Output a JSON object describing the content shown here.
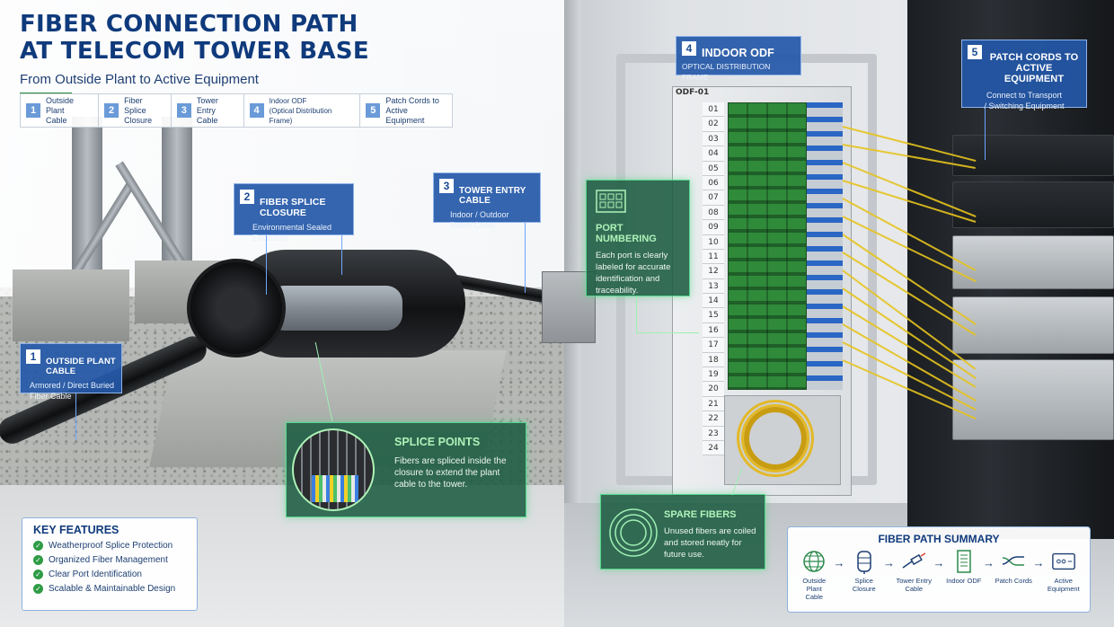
{
  "header": {
    "title": "FIBER CONNECTION PATH\nAT TELECOM TOWER BASE",
    "subtitle": "From Outside Plant to Active Equipment"
  },
  "steps": [
    {
      "num": "1",
      "label": "Outside Plant\nCable"
    },
    {
      "num": "2",
      "label": "Fiber Splice\nClosure"
    },
    {
      "num": "3",
      "label": "Tower Entry\nCable"
    },
    {
      "num": "4",
      "label": "Indoor ODF\n(Optical Distribution Frame)"
    },
    {
      "num": "5",
      "label": "Patch Cords to\nActive Equipment"
    }
  ],
  "callouts": {
    "outside_plant": {
      "num": "1",
      "title": "OUTSIDE PLANT CABLE",
      "desc": "Armored / Direct Buried\nFiber Cable"
    },
    "splice_closure": {
      "num": "2",
      "title": "FIBER SPLICE CLOSURE",
      "desc": "Environmental Sealed\nEnclosure"
    },
    "tower_entry": {
      "num": "3",
      "title": "TOWER ENTRY CABLE",
      "desc": "Indoor / Outdoor\nRated Cable"
    },
    "indoor_odf": {
      "num": "4",
      "title": "INDOOR ODF",
      "desc": "OPTICAL DISTRIBUTION FRAME"
    },
    "patch_cords": {
      "num": "5",
      "title": "PATCH CORDS TO\nACTIVE EQUIPMENT",
      "desc": "Connect to Transport\n/ Switching Equipment"
    }
  },
  "info_cards": {
    "port_numbering": {
      "title": "PORT NUMBERING",
      "desc": "Each port is clearly\nlabeled for accurate\nidentification and\ntraceability."
    },
    "splice_points": {
      "title": "SPLICE POINTS",
      "desc": "Fibers are spliced inside the\nclosure to extend the plant\ncable to the tower."
    },
    "spare_fibers": {
      "title": "SPARE FIBERS",
      "desc": "Unused fibers are coiled\nand stored neatly for\nfuture use."
    }
  },
  "odf": {
    "panel_label": "ODF-01",
    "ports": [
      "01",
      "02",
      "03",
      "04",
      "05",
      "06",
      "07",
      "08",
      "09",
      "10",
      "11",
      "12",
      "13",
      "14",
      "15",
      "16",
      "17",
      "18",
      "19",
      "20",
      "21",
      "22",
      "23",
      "24"
    ]
  },
  "key_features": {
    "title": "KEY FEATURES",
    "items": [
      "Weatherproof Splice Protection",
      "Organized Fiber Management",
      "Clear Port Identification",
      "Scalable & Maintainable Design"
    ]
  },
  "summary": {
    "title": "FIBER PATH SUMMARY",
    "items": [
      {
        "label": "Outside Plant\nCable",
        "icon": "globe-icon"
      },
      {
        "label": "Splice\nClosure",
        "icon": "closure-icon"
      },
      {
        "label": "Tower Entry\nCable",
        "icon": "cable-connector-icon"
      },
      {
        "label": "Indoor ODF",
        "icon": "odf-icon"
      },
      {
        "label": "Patch Cords",
        "icon": "patch-cord-icon"
      },
      {
        "label": "Active\nEquipment",
        "icon": "equipment-icon"
      }
    ]
  },
  "colors": {
    "title_blue": "#0f3a7c",
    "callout_blue": "#2458a8",
    "card_green": "#1c5c42",
    "glow_green": "#55d68a",
    "fiber_yellow": "#e6c31e"
  }
}
